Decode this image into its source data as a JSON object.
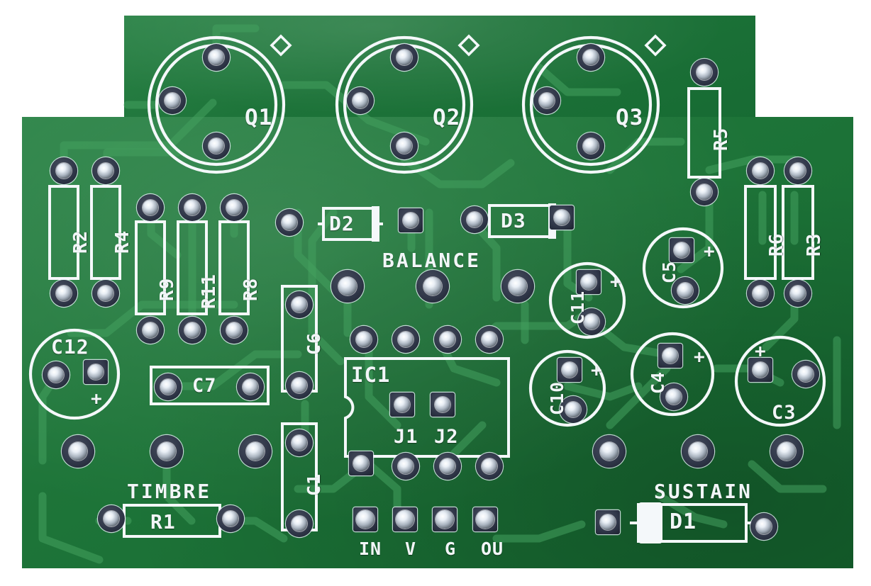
{
  "board": {
    "kind": "printed-circuit-board",
    "silkscreen_color": "#f2f6f8",
    "solder_mask_color": "#1e7539",
    "copper_trace_color": "#3f9b5a",
    "pad_metal_color": "#dfe6ee",
    "background_color": "#ffffff"
  },
  "functions": {
    "balance": "BALANCE",
    "timbre": "TIMBRE",
    "sustain": "SUSTAIN"
  },
  "transistors": [
    {
      "ref": "Q1",
      "shape": "TO-5 double-circle",
      "pins": 3
    },
    {
      "ref": "Q2",
      "shape": "TO-5 double-circle",
      "pins": 3
    },
    {
      "ref": "Q3",
      "shape": "TO-5 double-circle",
      "pins": 3
    }
  ],
  "resistors": [
    {
      "ref": "R2",
      "orientation": "vertical"
    },
    {
      "ref": "R4",
      "orientation": "vertical"
    },
    {
      "ref": "R9",
      "orientation": "vertical"
    },
    {
      "ref": "R11",
      "orientation": "vertical"
    },
    {
      "ref": "R8",
      "orientation": "vertical"
    },
    {
      "ref": "R5",
      "orientation": "vertical"
    },
    {
      "ref": "R6",
      "orientation": "vertical"
    },
    {
      "ref": "R3",
      "orientation": "vertical"
    },
    {
      "ref": "R1",
      "orientation": "horizontal"
    }
  ],
  "capacitors": [
    {
      "ref": "C12",
      "type": "electrolytic",
      "polarity": "+"
    },
    {
      "ref": "C11",
      "type": "electrolytic",
      "polarity": "+"
    },
    {
      "ref": "C10",
      "type": "electrolytic",
      "polarity": "+"
    },
    {
      "ref": "C5",
      "type": "electrolytic",
      "polarity": "+"
    },
    {
      "ref": "C4",
      "type": "electrolytic",
      "polarity": "+"
    },
    {
      "ref": "C3",
      "type": "electrolytic",
      "polarity": "+"
    },
    {
      "ref": "C7",
      "type": "film",
      "polarity": ""
    },
    {
      "ref": "C6",
      "type": "film",
      "polarity": ""
    },
    {
      "ref": "C1",
      "type": "film",
      "polarity": ""
    }
  ],
  "diodes": [
    {
      "ref": "D1",
      "band": "left"
    },
    {
      "ref": "D2",
      "band": "right"
    },
    {
      "ref": "D3",
      "band": "right"
    }
  ],
  "integrated_circuits": [
    {
      "ref": "IC1",
      "package": "DIP-8",
      "notch": "left"
    }
  ],
  "jumpers": [
    {
      "ref": "J1"
    },
    {
      "ref": "J2"
    }
  ],
  "connector": {
    "name": "edge-connector",
    "pins": [
      {
        "label": "IN"
      },
      {
        "label": "V"
      },
      {
        "label": "G"
      },
      {
        "label": "OU"
      }
    ]
  },
  "polarity_marks": [
    "+",
    "+",
    "+",
    "+",
    "+",
    "+"
  ]
}
